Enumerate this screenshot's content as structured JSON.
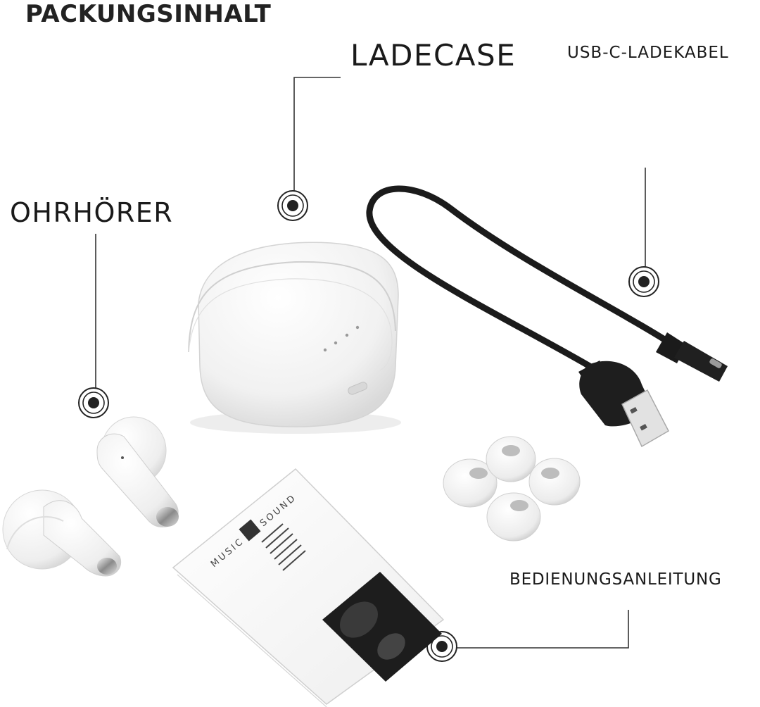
{
  "heading": "PACKUNGSINHALT",
  "callouts": {
    "case": "LADECASE",
    "cable": "USB-C-LADEKABEL",
    "earbuds": "OHRHÖRER",
    "manual": "BEDIENUNGSANLEITUNG"
  },
  "manual_brand": {
    "left": "MUSIC",
    "right": "SOUND"
  },
  "colors": {
    "text": "#1c1c1c",
    "cable": "#1b1b1b",
    "product_white": "#f2f2f2",
    "marker": "#222222"
  }
}
